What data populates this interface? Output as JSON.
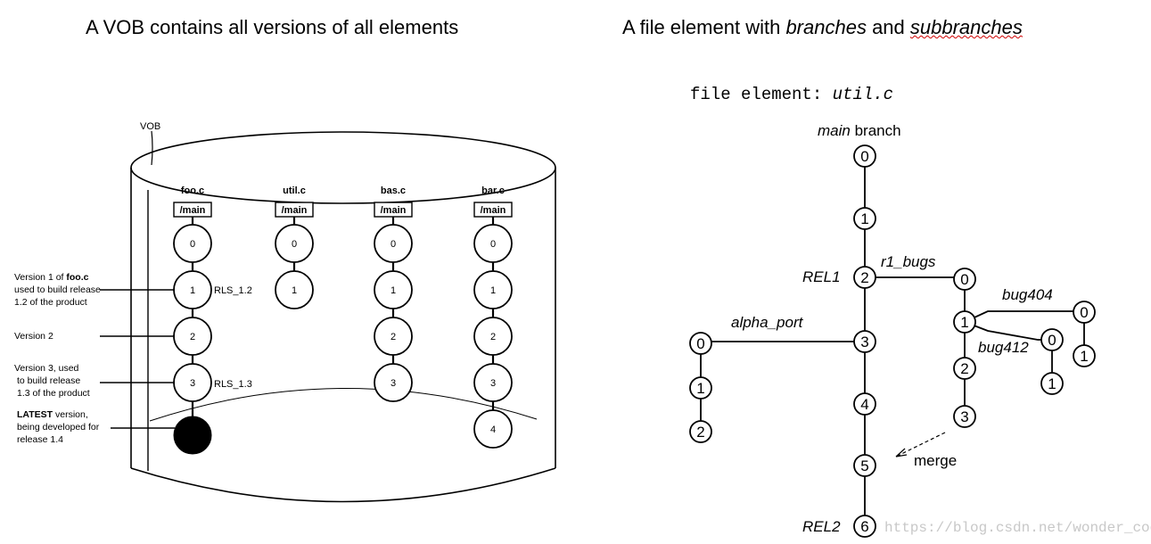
{
  "headings": {
    "left": "A VOB contains all versions of all elements",
    "right_part1": "A file element with ",
    "right_branches": "branches",
    "right_and": " and ",
    "right_subbranches": "subbranches"
  },
  "vob_diagram": {
    "vob_label": "VOB",
    "elements": [
      {
        "name": "foo.c",
        "branch": "/main",
        "versions": [
          "0",
          "1",
          "2",
          "3"
        ],
        "latest_filled": true
      },
      {
        "name": "util.c",
        "branch": "/main",
        "versions": [
          "0",
          "1"
        ]
      },
      {
        "name": "bas.c",
        "branch": "/main",
        "versions": [
          "0",
          "1",
          "2",
          "3"
        ]
      },
      {
        "name": "bar.c",
        "branch": "/main",
        "versions": [
          "0",
          "1",
          "2",
          "3",
          "4"
        ]
      }
    ],
    "labels": {
      "rls_12": "RLS_1.2",
      "rls_13": "RLS_1.3"
    },
    "notes": {
      "v1": [
        "Version 1 of ",
        "foo.c",
        "used to build release",
        "1.2 of the product"
      ],
      "v2": [
        "Version 2"
      ],
      "v3": [
        "Version 3, used",
        "to build release",
        "1.3 of the product"
      ],
      "latest": [
        "LATEST",
        " version,",
        "being developed for",
        "release 1.4"
      ]
    }
  },
  "tree_diagram": {
    "title_prefix": "file element: ",
    "title_file": "util.c",
    "main_label_italic": "main",
    "main_label_rest": " branch",
    "main_versions": [
      "0",
      "1",
      "2",
      "3",
      "4",
      "5",
      "6"
    ],
    "rel1": "REL1",
    "rel2": "REL2",
    "r1_bugs": "r1_bugs",
    "r1_bugs_versions": [
      "0",
      "1",
      "2",
      "3"
    ],
    "alpha_port": "alpha_port",
    "alpha_port_versions": [
      "0",
      "1",
      "2"
    ],
    "bug404": "bug404",
    "bug404_versions": [
      "0",
      "1"
    ],
    "bug412": "bug412",
    "bug412_versions": [
      "0",
      "1"
    ],
    "merge": "merge"
  },
  "watermark": "https://blog.csdn.net/wonder_coole"
}
